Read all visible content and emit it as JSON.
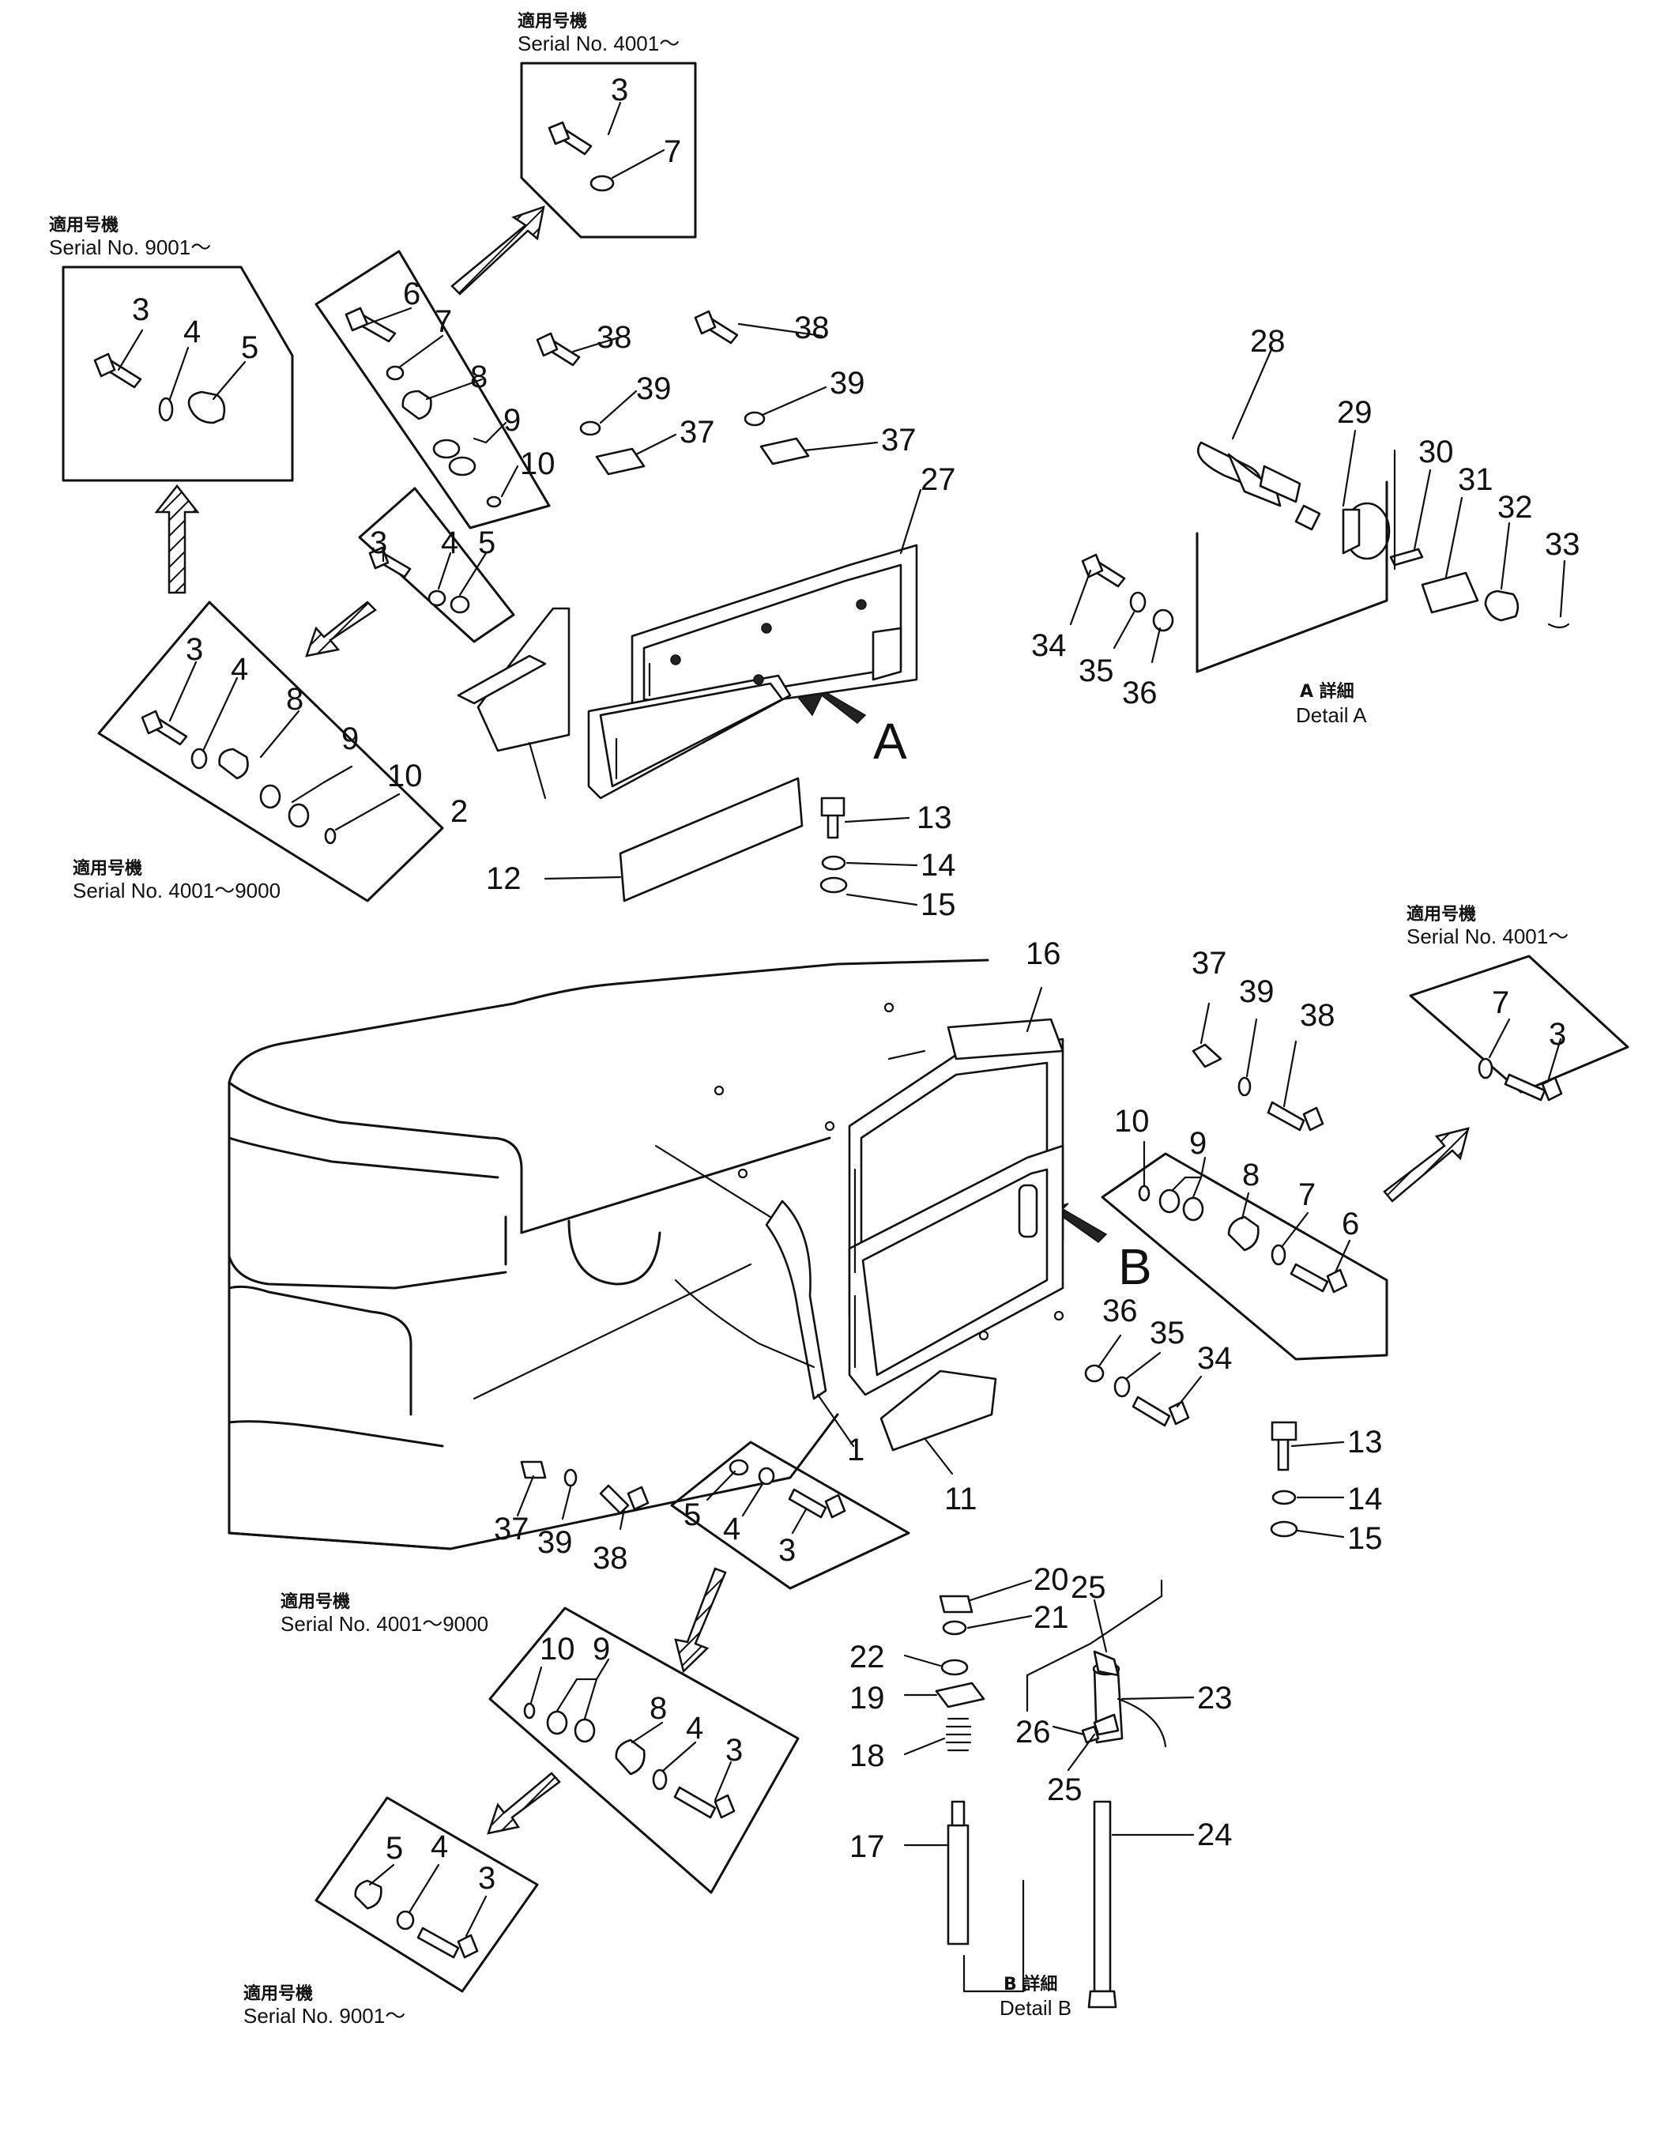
{
  "serial_notes": {
    "top_center": {
      "jp": "適用号機",
      "serial": "Serial No. 4001～"
    },
    "top_left": {
      "jp": "適用号機",
      "serial": "Serial No. 9001～"
    },
    "mid_left": {
      "jp": "適用号機",
      "serial": "Serial No. 4001～9000"
    },
    "mid_right": {
      "jp": "適用号機",
      "serial": "Serial No. 4001～"
    },
    "bottom_mid": {
      "jp": "適用号機",
      "serial": "Serial No. 4001～9000"
    },
    "bottom_left": {
      "jp": "適用号機",
      "serial": "Serial No. 9001～"
    }
  },
  "detail_captions": {
    "a": {
      "jp": "A 詳細",
      "en": "Detail A"
    },
    "b": {
      "jp": "B 詳細",
      "en": "Detail B"
    }
  },
  "view_markers": {
    "a": "A",
    "b": "B"
  },
  "callouts": [
    "3",
    "7",
    "6",
    "7",
    "8",
    "9",
    "10",
    "3",
    "4",
    "5",
    "3",
    "4",
    "5",
    "3",
    "4",
    "8",
    "9",
    "10",
    "2",
    "12",
    "13",
    "14",
    "15",
    "38",
    "39",
    "37",
    "38",
    "39",
    "37",
    "27",
    "28",
    "29",
    "30",
    "31",
    "32",
    "33",
    "34",
    "35",
    "36",
    "16",
    "37",
    "39",
    "38",
    "7",
    "3",
    "10",
    "9",
    "8",
    "7",
    "6",
    "36",
    "35",
    "34",
    "13",
    "14",
    "15",
    "1",
    "11",
    "37",
    "39",
    "38",
    "5",
    "4",
    "3",
    "10",
    "9",
    "8",
    "4",
    "3",
    "5",
    "4",
    "3",
    "20",
    "21",
    "22",
    "19",
    "18",
    "17",
    "25",
    "26",
    "25",
    "23",
    "24"
  ]
}
